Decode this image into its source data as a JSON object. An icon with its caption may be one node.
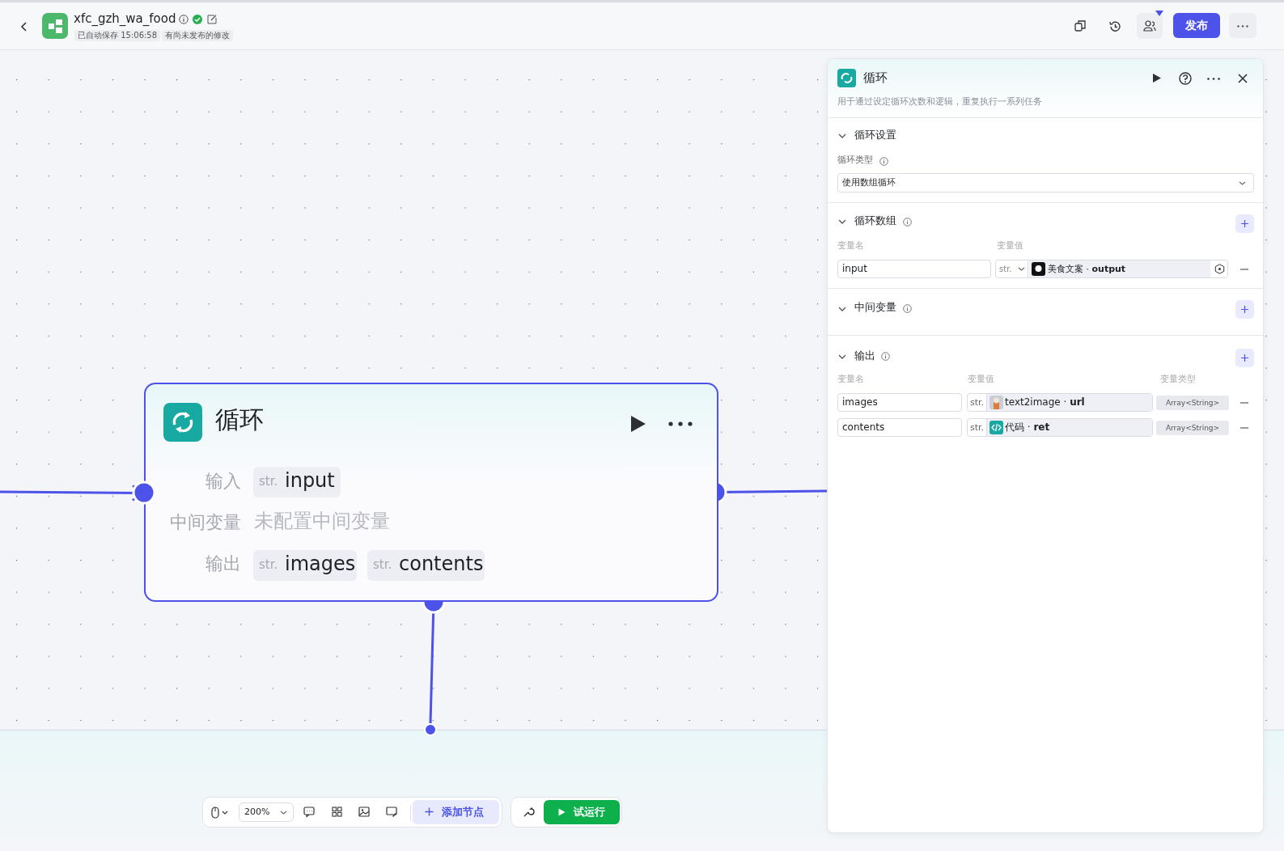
{
  "diagram": {
    "nodes": [
      {
        "text": [
          "循环",
          "输入",
          "str.",
          "input",
          "中间变量",
          "未配置中间变量",
          "输出",
          "str.",
          "images",
          "str.",
          "contents"
        ]
      },
      {
        "text": [],
        "shape": "circle"
      }
    ],
    "edges": [
      {
        "from": null,
        "to": 0,
        "arrow": "to"
      },
      {
        "from": 0,
        "to": null,
        "arrow": "other"
      },
      {
        "from": 0,
        "to": 1,
        "arrow": "other"
      }
    ],
    "labels": [
      "xfc_gzh_wa_food",
      "已自动保存 15:06:58",
      "有尚未发布的修改",
      "发布",
      "循环",
      "用于通过设定循环次数和逻辑，重复执行一系列任务",
      "循环设置",
      "循环类型",
      "使用数组循环",
      "循环数组",
      "变量名",
      "变量值",
      "input",
      "str.",
      "美食文案 · **output**",
      "中间变量",
      "输出",
      "变量名",
      "变量值",
      "变量类型",
      "images",
      "str.",
      "text2image · **url**",
      "Array<String>",
      "contents",
      "str.",
      "代码 · **ret**",
      "Array<String>",
      "200%",
      "添加节点",
      "试运行"
    ]
  }
}
